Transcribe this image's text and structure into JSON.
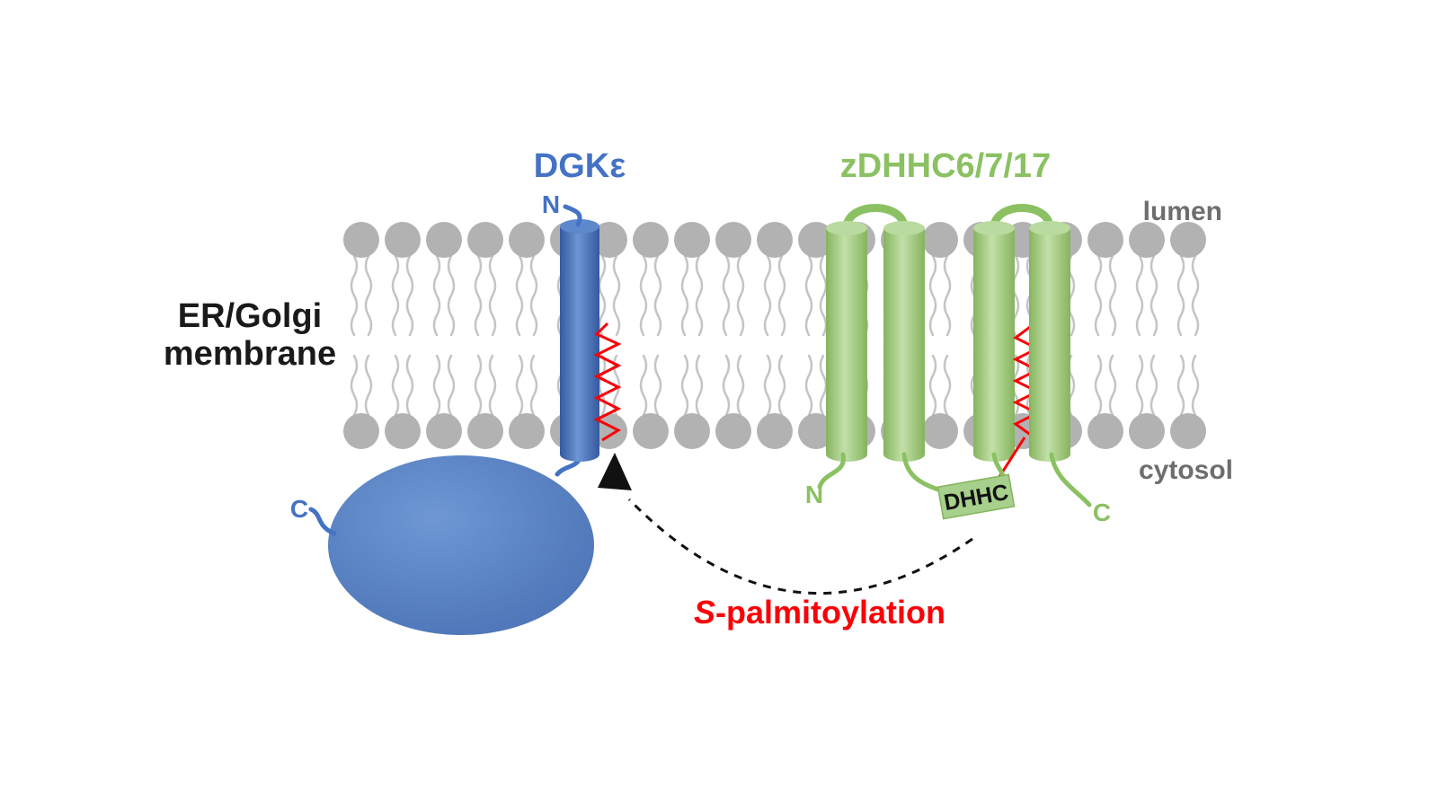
{
  "labels": {
    "membrane_line1": "ER/Golgi",
    "membrane_line2": "membrane",
    "lumen": "lumen",
    "cytosol": "cytosol",
    "dgke_title": "DGKε",
    "zdhhc_title": "zDHHC6/7/17",
    "dgke_n": "N",
    "dgke_c": "C",
    "zdhhc_n": "N",
    "zdhhc_c": "C",
    "dhhc_domain": "DHHC",
    "palmitoylation_s": "S",
    "palmitoylation_rest": "-palmitoylation"
  },
  "colors": {
    "blue_text": "#4472c4",
    "blue_dark": "#35599f",
    "blue_mid": "#6d96d4",
    "green_text": "#8bc162",
    "green_dark": "#86b45e",
    "green_light": "#c2e0a8",
    "green_fill": "#a6d08c",
    "gray_head": "#b2b2b2",
    "gray_tail": "#c4c4c4",
    "label_gray": "#6e6e6e",
    "red": "#fb0007",
    "black": "#1a1a1a"
  }
}
